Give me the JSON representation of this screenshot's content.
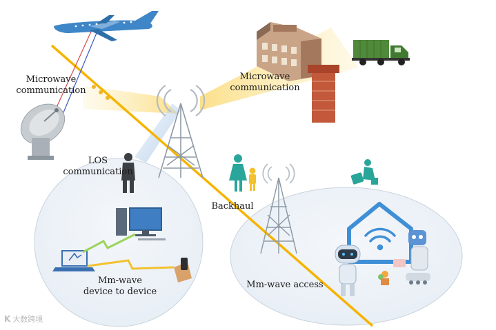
{
  "labels": {
    "microwave_left": [
      "Microwave",
      "communication"
    ],
    "microwave_top": [
      "Microwave",
      "communication"
    ],
    "los": [
      "LOS",
      "communication"
    ],
    "backhaul": "Backhaul",
    "d2d": [
      "Mm-wave",
      "device to device"
    ],
    "access": "Mm-wave access"
  },
  "watermark": {
    "mark": "K",
    "text": "大数跨境"
  },
  "colors": {
    "backhaul_line": "#f5b400",
    "beam": "#fbe7a8",
    "cell_fill": "#eef3f8",
    "cell_stroke": "#c7d2de",
    "tower": "#8e9aa6",
    "plane": "#3f86c8",
    "dish": "#b9c0c6",
    "building": "#b58a6b",
    "chimney": "#c1593a",
    "truck": "#4f8a3a",
    "teal": "#2aa59a",
    "house": "#3f8fd6",
    "robot": "#5b93d4"
  }
}
